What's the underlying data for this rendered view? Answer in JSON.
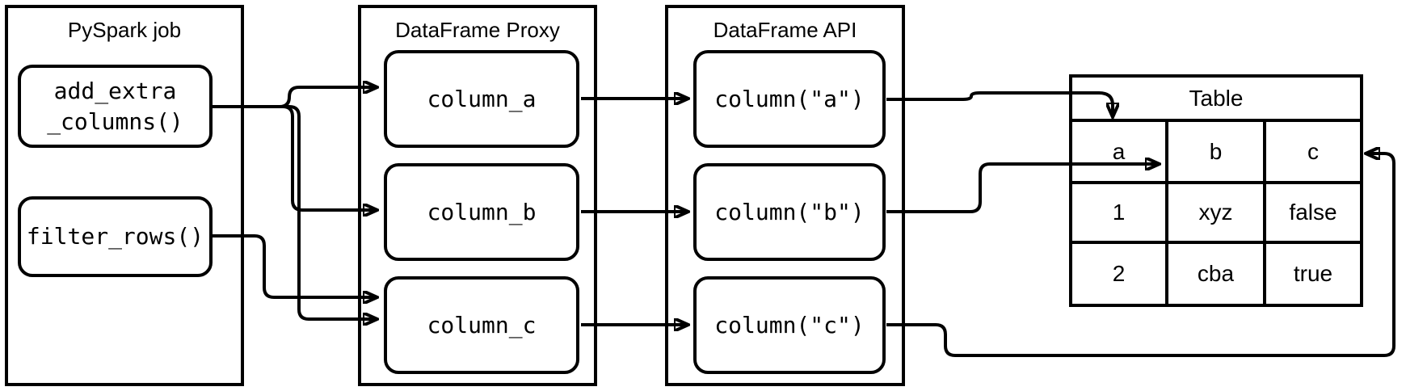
{
  "diagram": {
    "pyspark_job": {
      "title": "PySpark job",
      "functions": [
        {
          "label": "add_extra\n_columns()"
        },
        {
          "label": "filter_rows()"
        }
      ]
    },
    "dataframe_proxy": {
      "title": "DataFrame Proxy",
      "columns": [
        {
          "label": "column_a"
        },
        {
          "label": "column_b"
        },
        {
          "label": "column_c"
        }
      ]
    },
    "dataframe_api": {
      "title": "DataFrame API",
      "calls": [
        {
          "label": "column(\"a\")"
        },
        {
          "label": "column(\"b\")"
        },
        {
          "label": "column(\"c\")"
        }
      ]
    },
    "table": {
      "title": "Table",
      "headers": [
        "a",
        "b",
        "c"
      ],
      "rows": [
        [
          "1",
          "xyz",
          "false"
        ],
        [
          "2",
          "cba",
          "true"
        ]
      ]
    },
    "edges": [
      {
        "from": "add_extra_columns()",
        "to": "column_a"
      },
      {
        "from": "add_extra_columns()",
        "to": "column_b"
      },
      {
        "from": "add_extra_columns()",
        "to": "column_c"
      },
      {
        "from": "filter_rows()",
        "to": "column_c"
      },
      {
        "from": "column_a",
        "to": "column(\"a\")"
      },
      {
        "from": "column_b",
        "to": "column(\"b\")"
      },
      {
        "from": "column_c",
        "to": "column(\"c\")"
      },
      {
        "from": "column(\"a\")",
        "to": "Table header a (arrow down into column)"
      },
      {
        "from": "column(\"b\")",
        "to": "Table header b (arrow right through cell a)"
      },
      {
        "from": "column(\"c\")",
        "to": "Table header c (arrow left from right side)"
      }
    ],
    "colors": {
      "stroke": "#000000",
      "background": "#ffffff"
    }
  }
}
